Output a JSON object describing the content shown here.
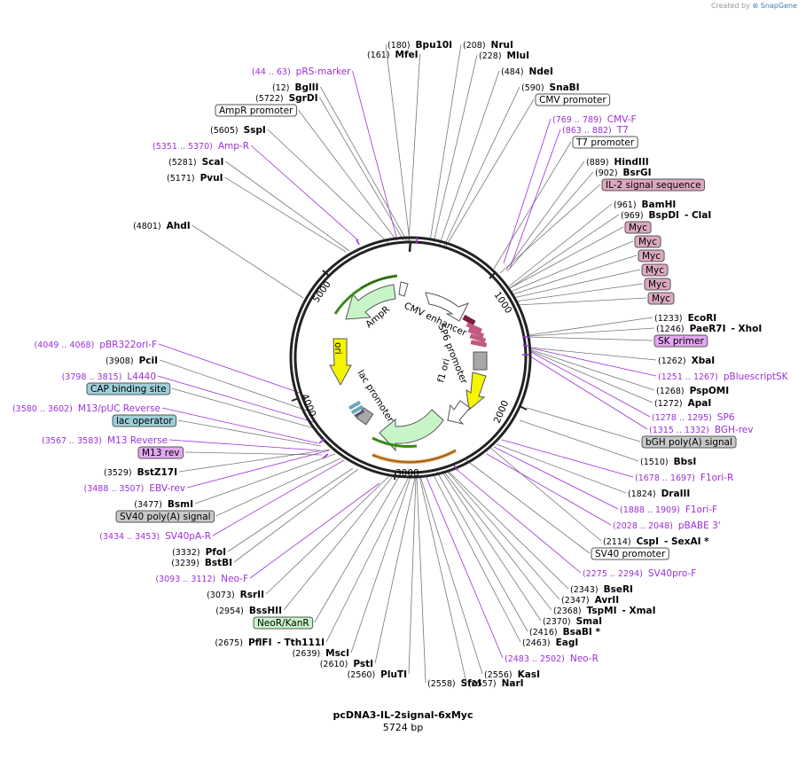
{
  "credit": {
    "prefix": "Created by",
    "brand": "SnapGene"
  },
  "plasmid": {
    "name": "pcDNA3-IL-2signal-6xMyc",
    "length": "5724 bp"
  },
  "ticks": [
    "1000",
    "2000",
    "3000",
    "4000",
    "5000"
  ],
  "features": [
    {
      "name": "CMV enhancer"
    },
    {
      "name": "SP6 promoter"
    },
    {
      "name": "f1 ori"
    },
    {
      "name": "AmpR"
    },
    {
      "name": "ori"
    },
    {
      "name": "lac promoter"
    }
  ],
  "labels": [
    {
      "pos": "(180)",
      "text": "Bpu10I",
      "kind": "enzyme"
    },
    {
      "pos": "(161)",
      "text": "MfeI",
      "kind": "enzyme"
    },
    {
      "pos": "(44 .. 63)",
      "text": "pRS-marker",
      "kind": "primer"
    },
    {
      "pos": "(12)",
      "text": "BglII",
      "kind": "enzyme"
    },
    {
      "pos": "(5722)",
      "text": "SgrDI",
      "kind": "enzyme"
    },
    {
      "text": "AmpR promoter",
      "kind": "box",
      "fill": "#ffffff"
    },
    {
      "pos": "(5605)",
      "text": "SspI",
      "kind": "enzyme"
    },
    {
      "pos": "(5351 .. 5370)",
      "text": "Amp-R",
      "kind": "primer"
    },
    {
      "pos": "(5281)",
      "text": "ScaI",
      "kind": "enzyme"
    },
    {
      "pos": "(5171)",
      "text": "PvuI",
      "kind": "enzyme"
    },
    {
      "pos": "(4801)",
      "text": "AhdI",
      "kind": "enzyme"
    },
    {
      "pos": "(4049 .. 4068)",
      "text": "pBR322ori-F",
      "kind": "primer"
    },
    {
      "pos": "(3908)",
      "text": "PciI",
      "kind": "enzyme"
    },
    {
      "pos": "(3798 .. 3815)",
      "text": "L4440",
      "kind": "primer"
    },
    {
      "text": "CAP binding site",
      "kind": "box",
      "fill": "#9ecfd8"
    },
    {
      "pos": "(3580 .. 3602)",
      "text": "M13/pUC Reverse",
      "kind": "primer"
    },
    {
      "text": "lac operator",
      "kind": "box",
      "fill": "#9ecfd8"
    },
    {
      "pos": "(3567 .. 3583)",
      "text": "M13 Reverse",
      "kind": "primer"
    },
    {
      "text": "M13 rev",
      "kind": "box",
      "fill": "#e2a8f0"
    },
    {
      "pos": "(3529)",
      "text": "BstZ17I",
      "kind": "enzyme"
    },
    {
      "pos": "(3488 .. 3507)",
      "text": "EBV-rev",
      "kind": "primer"
    },
    {
      "pos": "(3477)",
      "text": "BsmI",
      "kind": "enzyme"
    },
    {
      "text": "SV40 poly(A) signal",
      "kind": "box",
      "fill": "#c8c8c8"
    },
    {
      "pos": "(3434 .. 3453)",
      "text": "SV40pA-R",
      "kind": "primer"
    },
    {
      "pos": "(3332)",
      "text": "PfoI",
      "kind": "enzyme"
    },
    {
      "pos": "(3239)",
      "text": "BstBI",
      "kind": "enzyme"
    },
    {
      "pos": "(3093 .. 3112)",
      "text": "Neo-F",
      "kind": "primer"
    },
    {
      "pos": "(3073)",
      "text": "RsrII",
      "kind": "enzyme"
    },
    {
      "pos": "(2954)",
      "text": "BssHII",
      "kind": "enzyme"
    },
    {
      "text": "NeoR/KanR",
      "kind": "box",
      "fill": "#c8f5c8"
    },
    {
      "pos": "(2675)",
      "text": "PflFI",
      "extra": "- Tth111I",
      "kind": "enzyme"
    },
    {
      "pos": "(2639)",
      "text": "MscI",
      "kind": "enzyme"
    },
    {
      "pos": "(2610)",
      "text": "PstI",
      "kind": "enzyme"
    },
    {
      "pos": "(2560)",
      "text": "PluTI",
      "kind": "enzyme"
    },
    {
      "pos": "(2558)",
      "text": "SfoI",
      "kind": "enzyme"
    },
    {
      "pos": "(2557)",
      "text": "NarI",
      "kind": "enzyme"
    },
    {
      "pos": "(2556)",
      "text": "KasI",
      "kind": "enzyme"
    },
    {
      "pos": "(2483 .. 2502)",
      "text": "Neo-R",
      "kind": "primer"
    },
    {
      "pos": "(2463)",
      "text": "EagI",
      "kind": "enzyme"
    },
    {
      "pos": "(2416)",
      "text": "BsaBI *",
      "kind": "enzyme"
    },
    {
      "pos": "(2370)",
      "text": "SmaI",
      "kind": "enzyme"
    },
    {
      "pos": "(2368)",
      "text": "TspMI",
      "extra": "- XmaI",
      "kind": "enzyme"
    },
    {
      "pos": "(2347)",
      "text": "AvrII",
      "kind": "enzyme"
    },
    {
      "pos": "(2343)",
      "text": "BseRI",
      "kind": "enzyme"
    },
    {
      "pos": "(2275 .. 2294)",
      "text": "SV40pro-F",
      "kind": "primer"
    },
    {
      "text": "SV40 promoter",
      "kind": "box",
      "fill": "#ffffff"
    },
    {
      "pos": "(2114)",
      "text": "CspI",
      "extra": "- SexAI *",
      "kind": "enzyme"
    },
    {
      "pos": "(2028 .. 2048)",
      "text": "pBABE 3'",
      "kind": "primer"
    },
    {
      "pos": "(1888 .. 1909)",
      "text": "F1ori-F",
      "kind": "primer"
    },
    {
      "pos": "(1824)",
      "text": "DraIII",
      "kind": "enzyme"
    },
    {
      "pos": "(1678 .. 1697)",
      "text": "F1ori-R",
      "kind": "primer"
    },
    {
      "pos": "(1510)",
      "text": "BbsI",
      "kind": "enzyme"
    },
    {
      "text": "bGH poly(A) signal",
      "kind": "box",
      "fill": "#c8c8c8"
    },
    {
      "pos": "(1315 .. 1332)",
      "text": "BGH-rev",
      "kind": "primer"
    },
    {
      "pos": "(1278 .. 1295)",
      "text": "SP6",
      "kind": "primer"
    },
    {
      "pos": "(1272)",
      "text": "ApaI",
      "kind": "enzyme"
    },
    {
      "pos": "(1268)",
      "text": "PspOMI",
      "kind": "enzyme"
    },
    {
      "pos": "(1251 .. 1267)",
      "text": "pBluescriptSK",
      "kind": "primer"
    },
    {
      "pos": "(1262)",
      "text": "XbaI",
      "kind": "enzyme"
    },
    {
      "text": "SK primer",
      "kind": "box",
      "fill": "#e2a8f0"
    },
    {
      "pos": "(1246)",
      "text": "PaeR7I",
      "extra": "- XhoI",
      "kind": "enzyme"
    },
    {
      "pos": "(1233)",
      "text": "EcoRI",
      "kind": "enzyme"
    },
    {
      "text": "Myc",
      "kind": "box",
      "fill": "#dba8bf"
    },
    {
      "text": "Myc",
      "kind": "box",
      "fill": "#dba8bf"
    },
    {
      "text": "Myc",
      "kind": "box",
      "fill": "#dba8bf"
    },
    {
      "text": "Myc",
      "kind": "box",
      "fill": "#dba8bf"
    },
    {
      "text": "Myc",
      "kind": "box",
      "fill": "#dba8bf"
    },
    {
      "text": "Myc",
      "kind": "box",
      "fill": "#dba8bf"
    },
    {
      "pos": "(969)",
      "text": "BspDI",
      "extra": "- ClaI",
      "kind": "enzyme"
    },
    {
      "pos": "(961)",
      "text": "BamHI",
      "kind": "enzyme"
    },
    {
      "text": "IL-2 signal sequence",
      "kind": "box",
      "fill": "#dba8bf"
    },
    {
      "pos": "(902)",
      "text": "BsrGI",
      "kind": "enzyme"
    },
    {
      "pos": "(889)",
      "text": "HindIII",
      "kind": "enzyme"
    },
    {
      "text": "T7 promoter",
      "kind": "box",
      "fill": "#ffffff"
    },
    {
      "pos": "(863 .. 882)",
      "text": "T7",
      "kind": "primer"
    },
    {
      "pos": "(769 .. 789)",
      "text": "CMV-F",
      "kind": "primer"
    },
    {
      "text": "CMV promoter",
      "kind": "box",
      "fill": "#ffffff"
    },
    {
      "pos": "(590)",
      "text": "SnaBI",
      "kind": "enzyme"
    },
    {
      "pos": "(484)",
      "text": "NdeI",
      "kind": "enzyme"
    },
    {
      "pos": "(228)",
      "text": "MluI",
      "kind": "enzyme"
    },
    {
      "pos": "(208)",
      "text": "NruI",
      "kind": "enzyme"
    }
  ]
}
